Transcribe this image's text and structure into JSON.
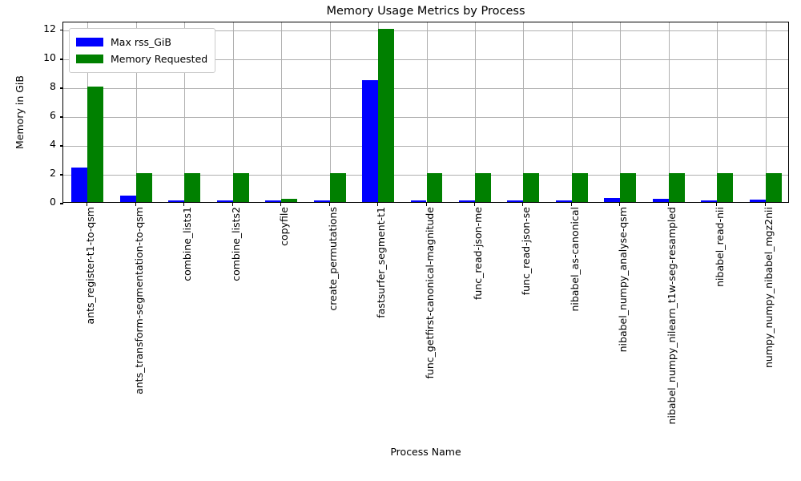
{
  "chart_data": {
    "type": "bar",
    "title": "Memory Usage Metrics by Process",
    "xlabel": "Process Name",
    "ylabel": "Memory in GiB",
    "ylim": [
      0,
      12.55
    ],
    "yticks": [
      0,
      2,
      4,
      6,
      8,
      10,
      12
    ],
    "ytick_labels": [
      "0",
      "2",
      "4",
      "6",
      "8",
      "10",
      "12"
    ],
    "grid": true,
    "grid_axis": "both",
    "legend_position": "upper left",
    "categories": [
      "ants_register-t1-to-qsm",
      "ants_transform-segmentation-to-qsm",
      "combine_lists1",
      "combine_lists2",
      "copyfile",
      "create_permutations",
      "fastsurfer_segment-t1",
      "func_getfirst-canonical-magnitude",
      "func_read-json-me",
      "func_read-json-se",
      "nibabel_as-canonical",
      "nibabel_numpy_analyse-qsm",
      "nibabel_numpy_nilearn_t1w-seg-resampled",
      "nibabel_read-nii",
      "numpy_numpy_nibabel_mgz2nii"
    ],
    "series": [
      {
        "name": "Max rss_GiB",
        "color": "#0000ff",
        "values": [
          2.4,
          0.47,
          0.1,
          0.1,
          0.1,
          0.1,
          8.45,
          0.1,
          0.1,
          0.1,
          0.1,
          0.3,
          0.2,
          0.1,
          0.18
        ]
      },
      {
        "name": "Memory Requested",
        "color": "#008000",
        "values": [
          8.0,
          2.0,
          2.0,
          2.0,
          0.2,
          2.0,
          12.0,
          2.0,
          2.0,
          2.0,
          2.0,
          2.0,
          2.0,
          2.0,
          2.0
        ]
      }
    ]
  }
}
